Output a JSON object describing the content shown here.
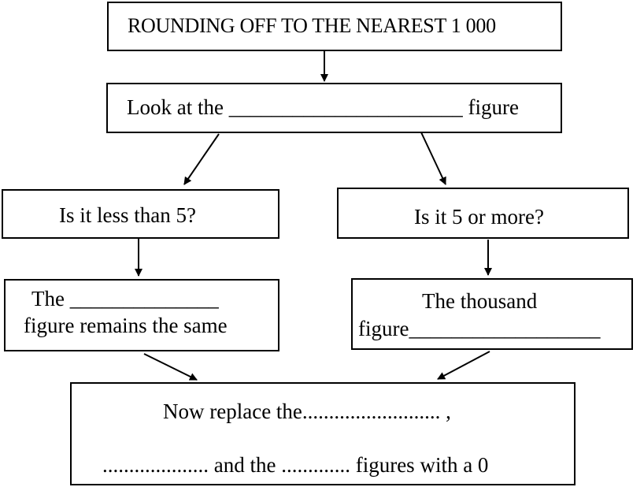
{
  "title_box": {
    "text": "ROUNDING OFF TO THE NEAREST 1 000"
  },
  "look_box": {
    "text": "Look at the ______________________ figure"
  },
  "less_box": {
    "text": "Is it less than 5?"
  },
  "more_box": {
    "text": "Is it 5 or more?"
  },
  "remains_box": {
    "line1": "The ______________",
    "line2": "figure remains the same"
  },
  "thousand_box": {
    "line1": "The thousand",
    "line2": "figure__________________"
  },
  "replace_box": {
    "line1": "Now replace the.......................... ,",
    "line2": ".................... and the ............. figures with a 0"
  },
  "colors": {
    "stroke": "#000000",
    "background": "#ffffff"
  }
}
